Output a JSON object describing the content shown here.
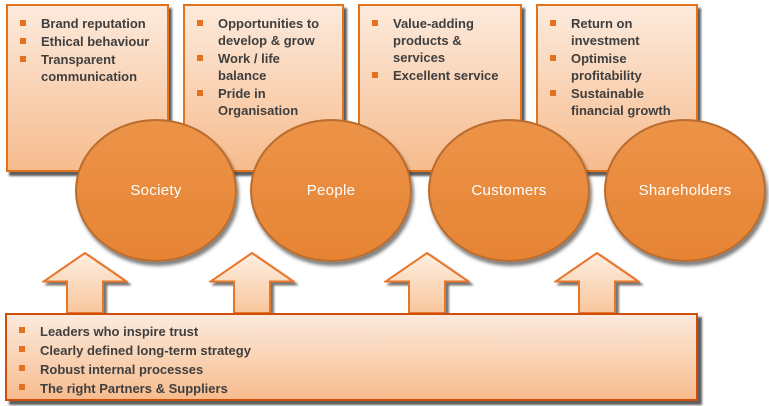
{
  "diagram": {
    "pillars": [
      {
        "label": "Society",
        "items": [
          "Brand reputation",
          "Ethical behaviour",
          "Transparent\ncommunication"
        ]
      },
      {
        "label": "People",
        "items": [
          "Opportunities to\ndevelop & grow",
          "Work / life\nbalance",
          "Pride in\nOrganisation"
        ]
      },
      {
        "label": "Customers",
        "items": [
          "Value-adding\nproducts &\nservices",
          "Excellent service"
        ]
      },
      {
        "label": "Shareholders",
        "items": [
          "Return on\ninvestment",
          "Optimise\nprofitability",
          "Sustainable\nfinancial growth"
        ]
      }
    ],
    "foundation": {
      "items": [
        "Leaders who inspire trust",
        "Clearly defined long-term strategy",
        "Robust internal processes",
        "The right Partners & Suppliers"
      ]
    }
  },
  "colors": {
    "accent": "#E4711F",
    "panel-border": "#E2731C",
    "panel-grad-top": "#FCEADC",
    "panel-grad-bottom": "#F7BC8E",
    "circle-fill": "#E98C3E",
    "circle-border": "#B96C2D",
    "foundation-border": "#CF4E0A",
    "text": "#3F3F3F",
    "label": "#FFFFFF"
  }
}
